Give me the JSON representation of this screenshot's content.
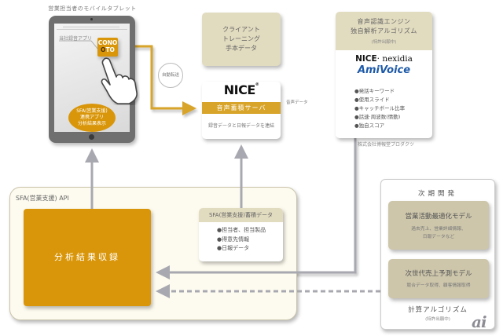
{
  "tablet": {
    "title": "営業担当者のモバイルタブレット",
    "app_label": "当社録音アプリ",
    "app_icon": {
      "line1": "CONO",
      "line2_dark": "O",
      "line2_rest": "TO"
    },
    "sfa_app": {
      "line1": "SFA(営業支援)",
      "line2": "連携アプリ",
      "line3": "分析結果表示"
    }
  },
  "auto_transfer": "自動転送",
  "client_training": {
    "line1": "クライアント",
    "line2": "トレーニング",
    "line3": "手本データ"
  },
  "nice_server": {
    "logo": "NICE",
    "logo_reg": "®",
    "band": "音声蓄積サーバ",
    "subtitle": "録音データと日報データを連結"
  },
  "voice_data_label": "音声データ",
  "engine": {
    "title_line1": "音声認識エンジン",
    "title_line2": "独自解析アルゴリズム",
    "note": "(特許出願中)",
    "logo_nice": "NICE",
    "logo_dot": "·",
    "logo_nexidia": "nexidia",
    "logo_amivoice": "AmiVoice",
    "bullets": [
      "●発話キーワード",
      "●使用スライド",
      "●キャッチボール比率",
      "●話速·周波数(情動)",
      "●独自スコア"
    ],
    "company": "株式会社博報堂プロダクツ"
  },
  "sfa_api": {
    "label": "SFA(営業支援) API",
    "result_box": "分析結果収録",
    "data_box": {
      "title": "SFA(営業支援)蓄積データ",
      "bullets": [
        "●担当者、担当製品",
        "●得意先情報",
        "●日報データ"
      ]
    }
  },
  "next_dev": {
    "title": "次期開発",
    "model1": {
      "title": "営業活動最適化モデル",
      "sub1": "過去売上、営業詳細情報、",
      "sub2": "日報データなど"
    },
    "model2": {
      "title": "次世代売上予測モデル",
      "sub1": "競合データ取得、顧客情報取得"
    },
    "footer_title": "計算アルゴリズム",
    "footer_note": "(特許出願中)"
  },
  "watermark": "ai",
  "colors": {
    "gold": "#d9960a",
    "gold_line": "#d8a42a",
    "beige": "#e1dbbf",
    "model_beige": "#cdc6ab",
    "arrow_gray": "#a8a8b0",
    "amivoice_blue": "#1e5aa8"
  }
}
